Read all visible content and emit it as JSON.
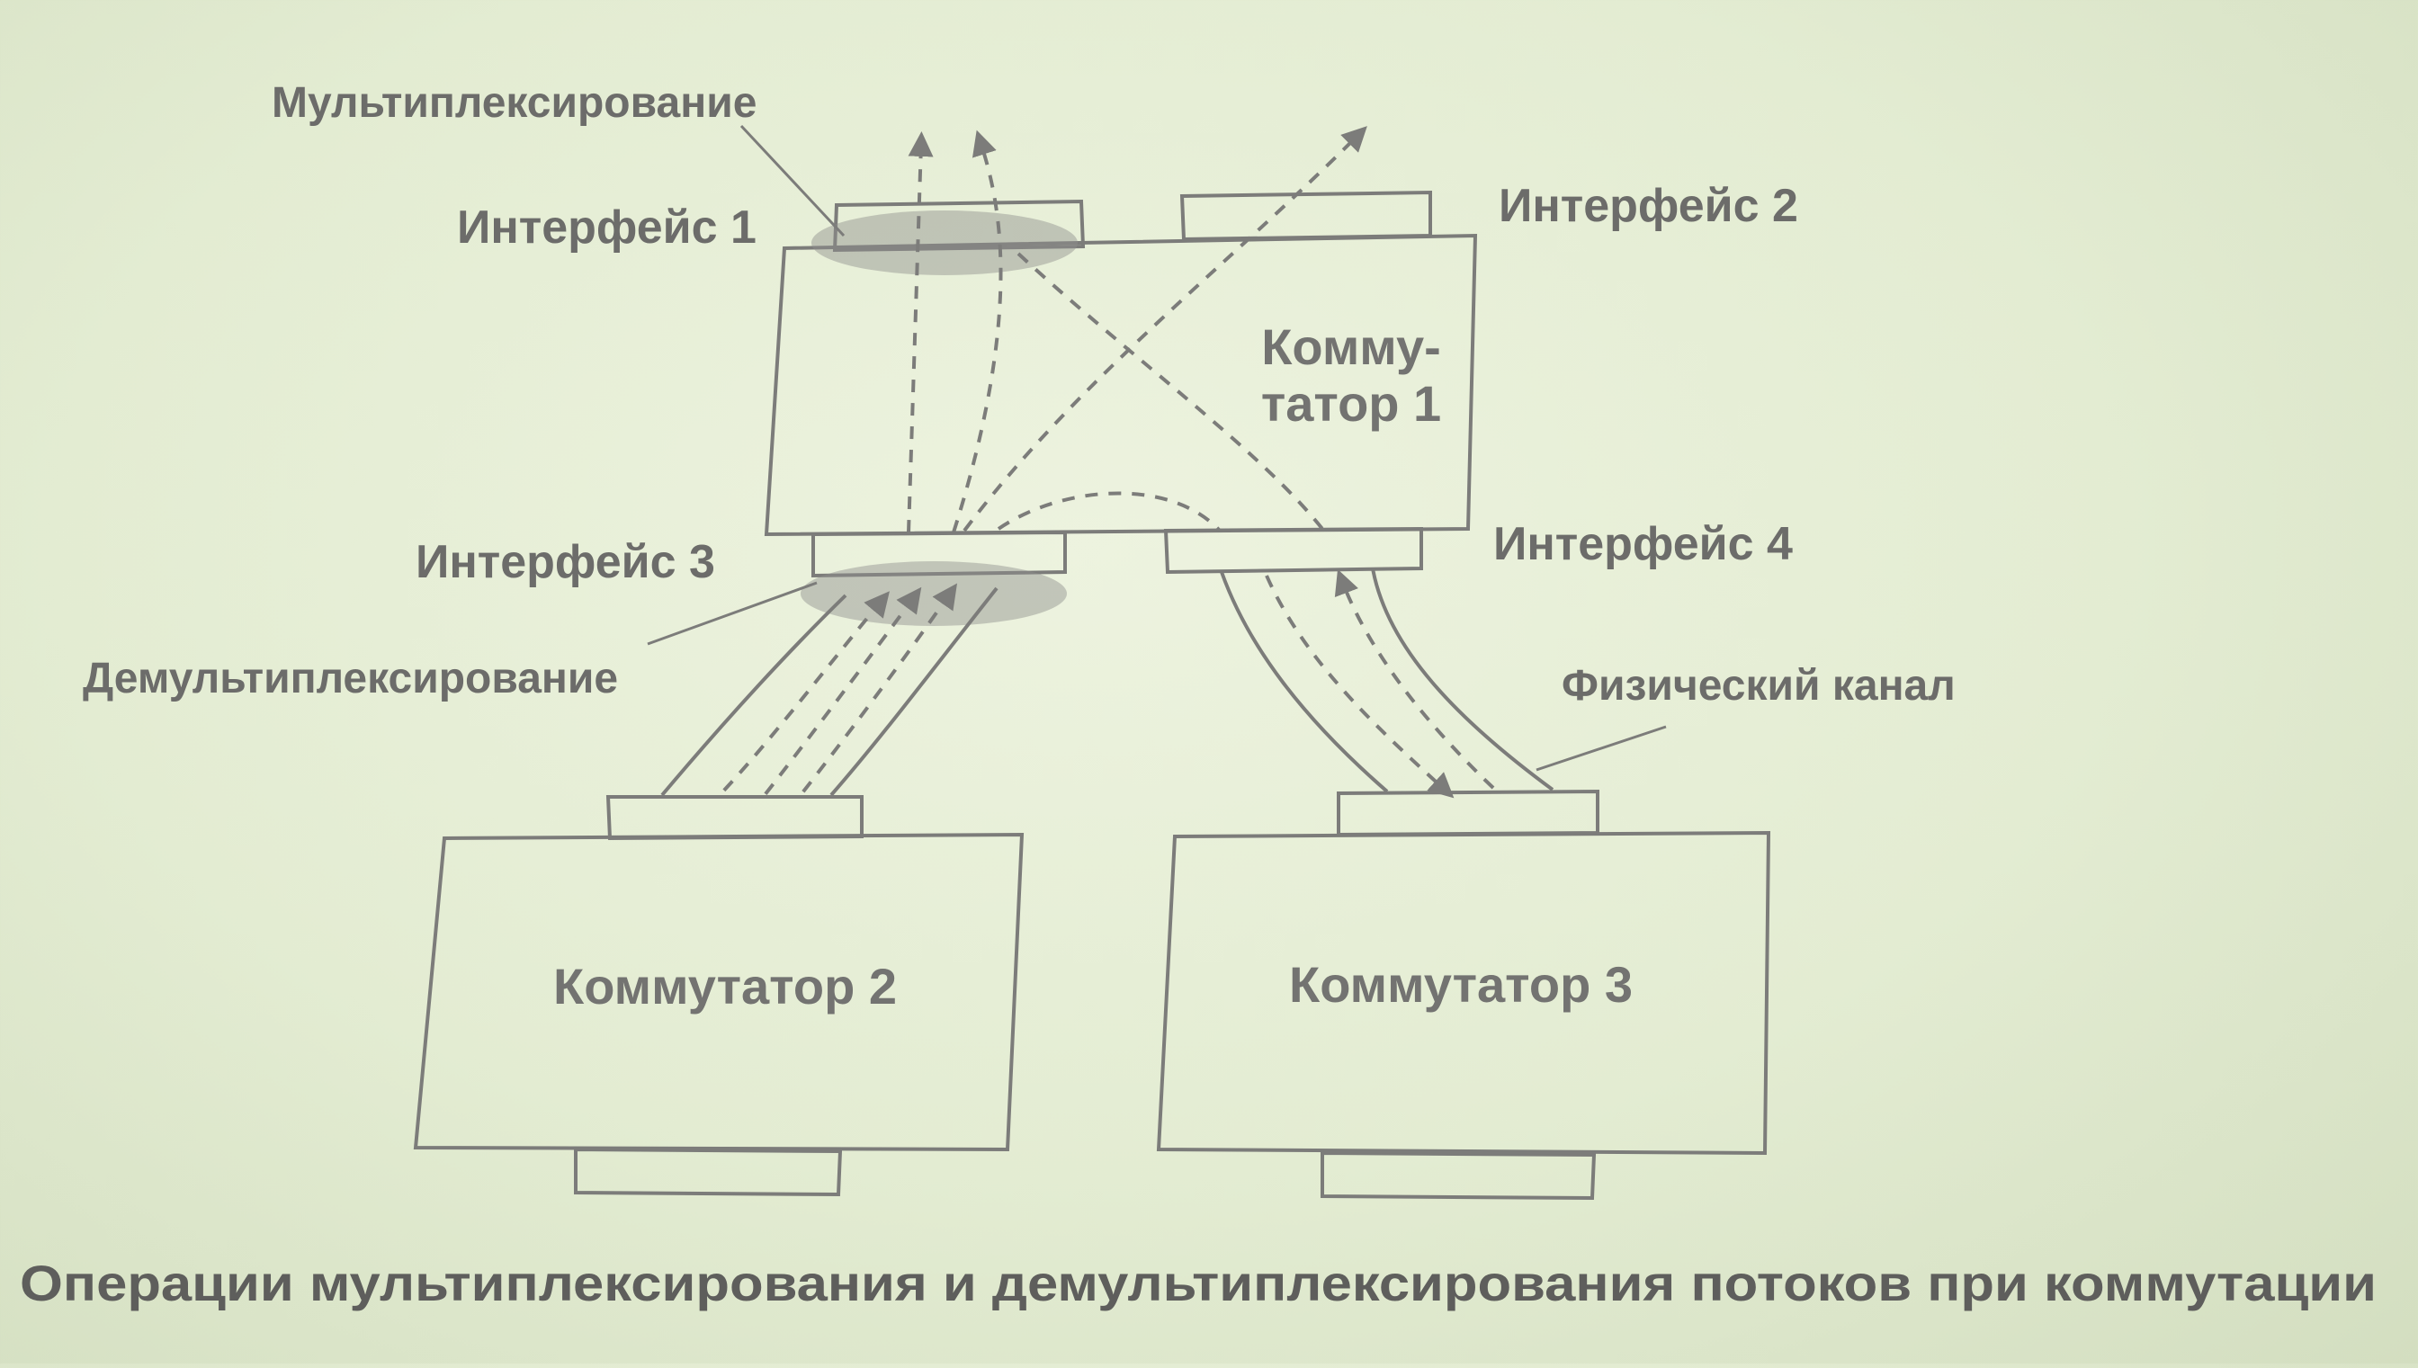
{
  "labels": {
    "multiplexing": "Мультиплексирование",
    "demultiplexing": "Демультиплексирование",
    "physical_channel": "Физический канал",
    "interface_1": "Интерфейс 1",
    "interface_2": "Интерфейс 2",
    "interface_3": "Интерфейс 3",
    "interface_4": "Интерфейс 4"
  },
  "switches": {
    "switch_1_line_1": "Комму-",
    "switch_1_line_2": "татор 1",
    "switch_2": "Коммутатор 2",
    "switch_3": "Коммутатор 3"
  },
  "caption": "Операции мультиплексирования и демультиплексирования потоков при коммутации"
}
